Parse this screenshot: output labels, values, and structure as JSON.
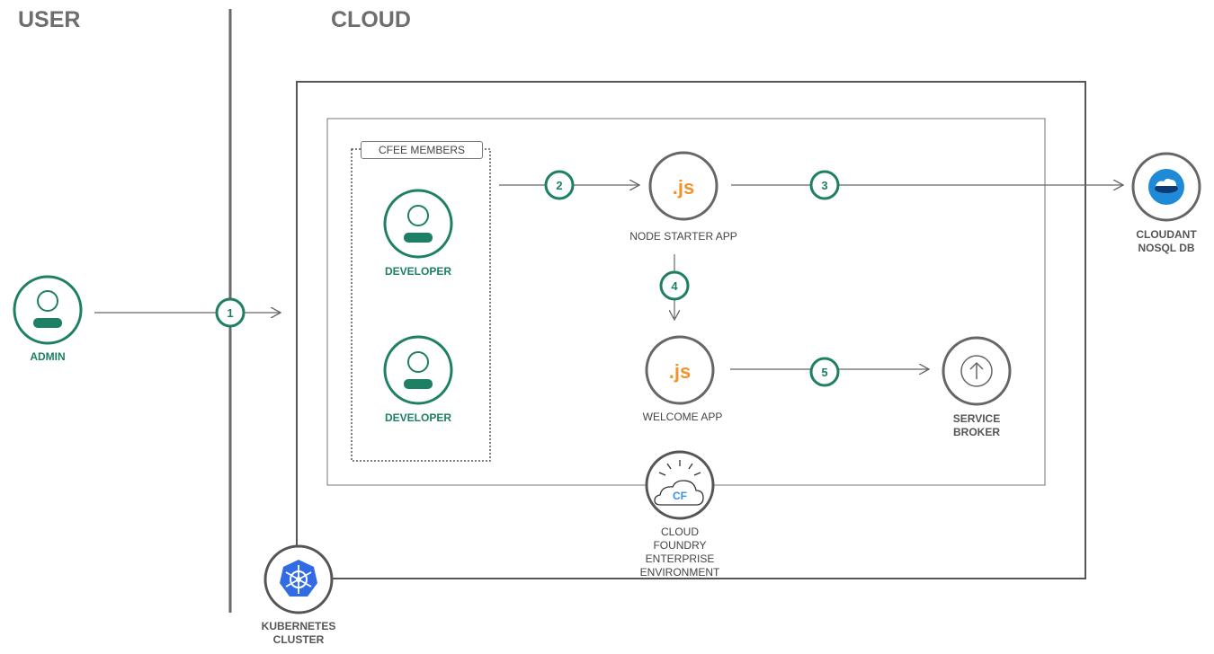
{
  "sections": {
    "user": "USER",
    "cloud": "CLOUD"
  },
  "members_box": {
    "label": "CFEE MEMBERS"
  },
  "nodes": {
    "admin": "ADMIN",
    "developer_1": "DEVELOPER",
    "developer_2": "DEVELOPER",
    "node_starter_app": "NODE STARTER APP",
    "welcome_app": "WELCOME APP",
    "cloudant": [
      "CLOUDANT",
      "NOSQL DB"
    ],
    "service_broker": [
      "SERVICE",
      "BROKER"
    ],
    "cf_environment": [
      "CLOUD",
      "FOUNDRY",
      "ENTERPRISE",
      "ENVIRONMENT"
    ],
    "kubernetes": [
      "KUBERNETES",
      "CLUSTER"
    ]
  },
  "icons": {
    "js_text": ".js",
    "cf_text": "CF"
  },
  "steps": [
    "1",
    "2",
    "3",
    "4",
    "5"
  ],
  "colors": {
    "green": "#1d7f64",
    "gray": "#666666",
    "js_orange": "#f0932b",
    "k8s_blue": "#326ce5",
    "cf_blue": "#3b8fe8",
    "cloudant_blue": "#1f8ad6"
  }
}
